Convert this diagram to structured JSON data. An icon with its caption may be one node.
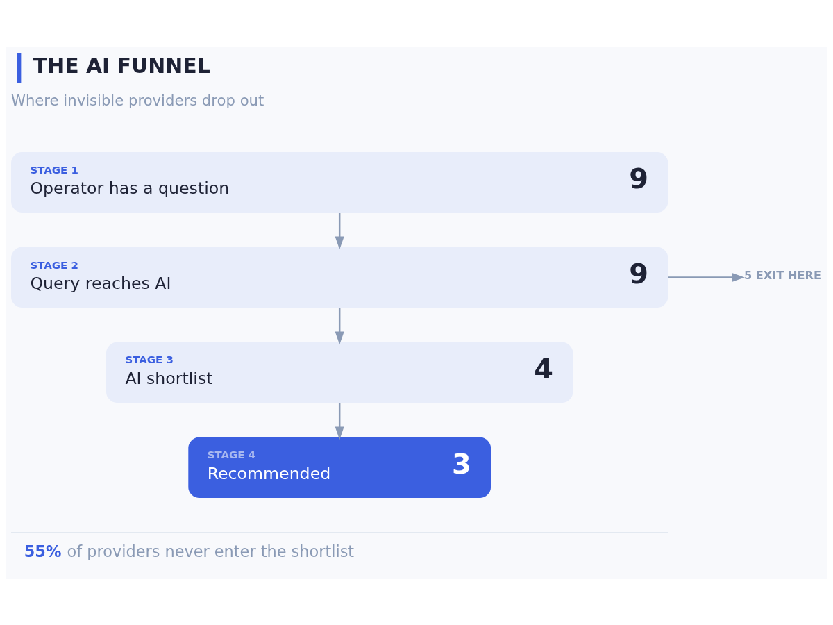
{
  "diagram": {
    "title": "THE AI FUNNEL",
    "caption": "**55%** of providers never enter the shortlist",
    "nodes": [
      {
        "text": [
          "STAGE 1",
          "Operator has a question",
          "9"
        ]
      },
      {
        "text": [
          "STAGE 2",
          "Query reaches AI",
          "9"
        ]
      },
      {
        "text": [
          "STAGE 3",
          "AI shortlist",
          "4"
        ]
      },
      {
        "text": [
          "STAGE 4",
          "Recommended",
          "3"
        ]
      },
      {
        "text": [
          "5 EXIT HERE"
        ]
      }
    ],
    "edges": [
      {
        "from": 0,
        "to": 1,
        "arrow": "to"
      },
      {
        "from": 1,
        "to": 2,
        "arrow": "to"
      },
      {
        "from": 2,
        "to": 3,
        "arrow": "to"
      },
      {
        "from": 1,
        "to": 4,
        "arrow": "to"
      }
    ],
    "labels": [
      "Where invisible providers drop out"
    ]
  }
}
